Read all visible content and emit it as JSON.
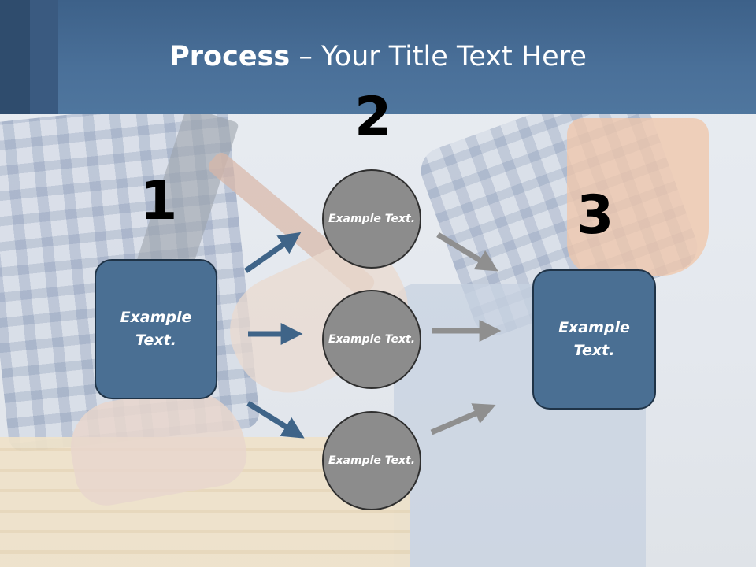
{
  "slide": {
    "title_bold": "Process",
    "title_rest": " – Your Title Text Here"
  },
  "steps": {
    "one": "1",
    "two": "2",
    "three": "3"
  },
  "boxes": {
    "left": "Example Text.",
    "right": "Example Text."
  },
  "circles": {
    "top": "Example Text.",
    "middle": "Example Text.",
    "bottom": "Example Text."
  },
  "colors": {
    "header": "#4a7099",
    "box_fill": "#4a6f93",
    "circle_fill": "#8c8c8c",
    "arrow_blue": "#3f6488",
    "arrow_gray": "#8f8f8f"
  }
}
